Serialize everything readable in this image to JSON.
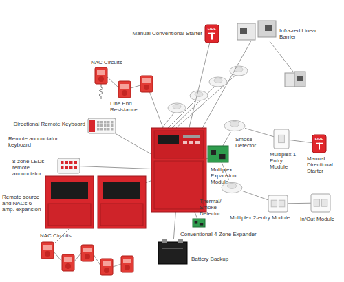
{
  "diagram": {
    "nodes": [
      {
        "text": [
          "Manual Conventional Starter",
          "FIRE"
        ]
      },
      {
        "text": [
          "Infra-red Linear Barrier"
        ]
      },
      {
        "text": [
          "NAC Circuits"
        ]
      },
      {
        "text": [
          "Directional Remote Keyboard"
        ]
      },
      {
        "text": [
          "8-zone LEDs remote annunciator"
        ]
      },
      {
        "text": []
      },
      {
        "text": [
          "Smoke Detector"
        ]
      },
      {
        "text": [
          "Multiplex 1-Entry Module"
        ]
      },
      {
        "text": [
          "Manual Directional Starter",
          "FIRE"
        ]
      },
      {
        "text": [
          "Multiplex Expansion Module"
        ]
      },
      {
        "text": [
          "Remote source and NACs 6 amp. expansion"
        ]
      },
      {
        "text": [
          "Thermal/ Smoke Detector"
        ]
      },
      {
        "text": [
          "Multiplex 2-entry Module"
        ]
      },
      {
        "text": [
          "In/Out Module"
        ]
      },
      {
        "text": [
          "NAC Circuits"
        ]
      },
      {
        "text": [
          "Conventional 4-Zone Expander"
        ]
      },
      {
        "text": [
          "Battery Backup"
        ]
      }
    ],
    "edges": [
      {
        "from": 5,
        "to": 0,
        "arrow": "none"
      },
      {
        "from": 5,
        "to": 1,
        "arrow": "none"
      },
      {
        "from": 5,
        "to": 2,
        "arrow": "none"
      },
      {
        "from": 5,
        "to": 3,
        "arrow": "none"
      },
      {
        "from": 5,
        "to": 4,
        "arrow": "none"
      },
      {
        "from": 5,
        "to": 9,
        "arrow": "none"
      },
      {
        "from": 9,
        "to": 6,
        "arrow": "none"
      },
      {
        "from": 6,
        "to": 7,
        "arrow": "none"
      },
      {
        "from": 7,
        "to": 8,
        "arrow": "none"
      },
      {
        "from": 9,
        "to": 11,
        "arrow": "none"
      },
      {
        "from": 11,
        "to": 12,
        "arrow": "none"
      },
      {
        "from": 12,
        "to": 13,
        "arrow": "none"
      },
      {
        "from": 5,
        "to": 10,
        "arrow": "none"
      },
      {
        "from": 10,
        "to": 14,
        "arrow": "none"
      },
      {
        "from": 5,
        "to": 15,
        "arrow": "none"
      },
      {
        "from": 5,
        "to": 16,
        "arrow": "none"
      }
    ],
    "labels": [
      "Line End Resistance",
      "Remote annunciator keyboard"
    ]
  }
}
